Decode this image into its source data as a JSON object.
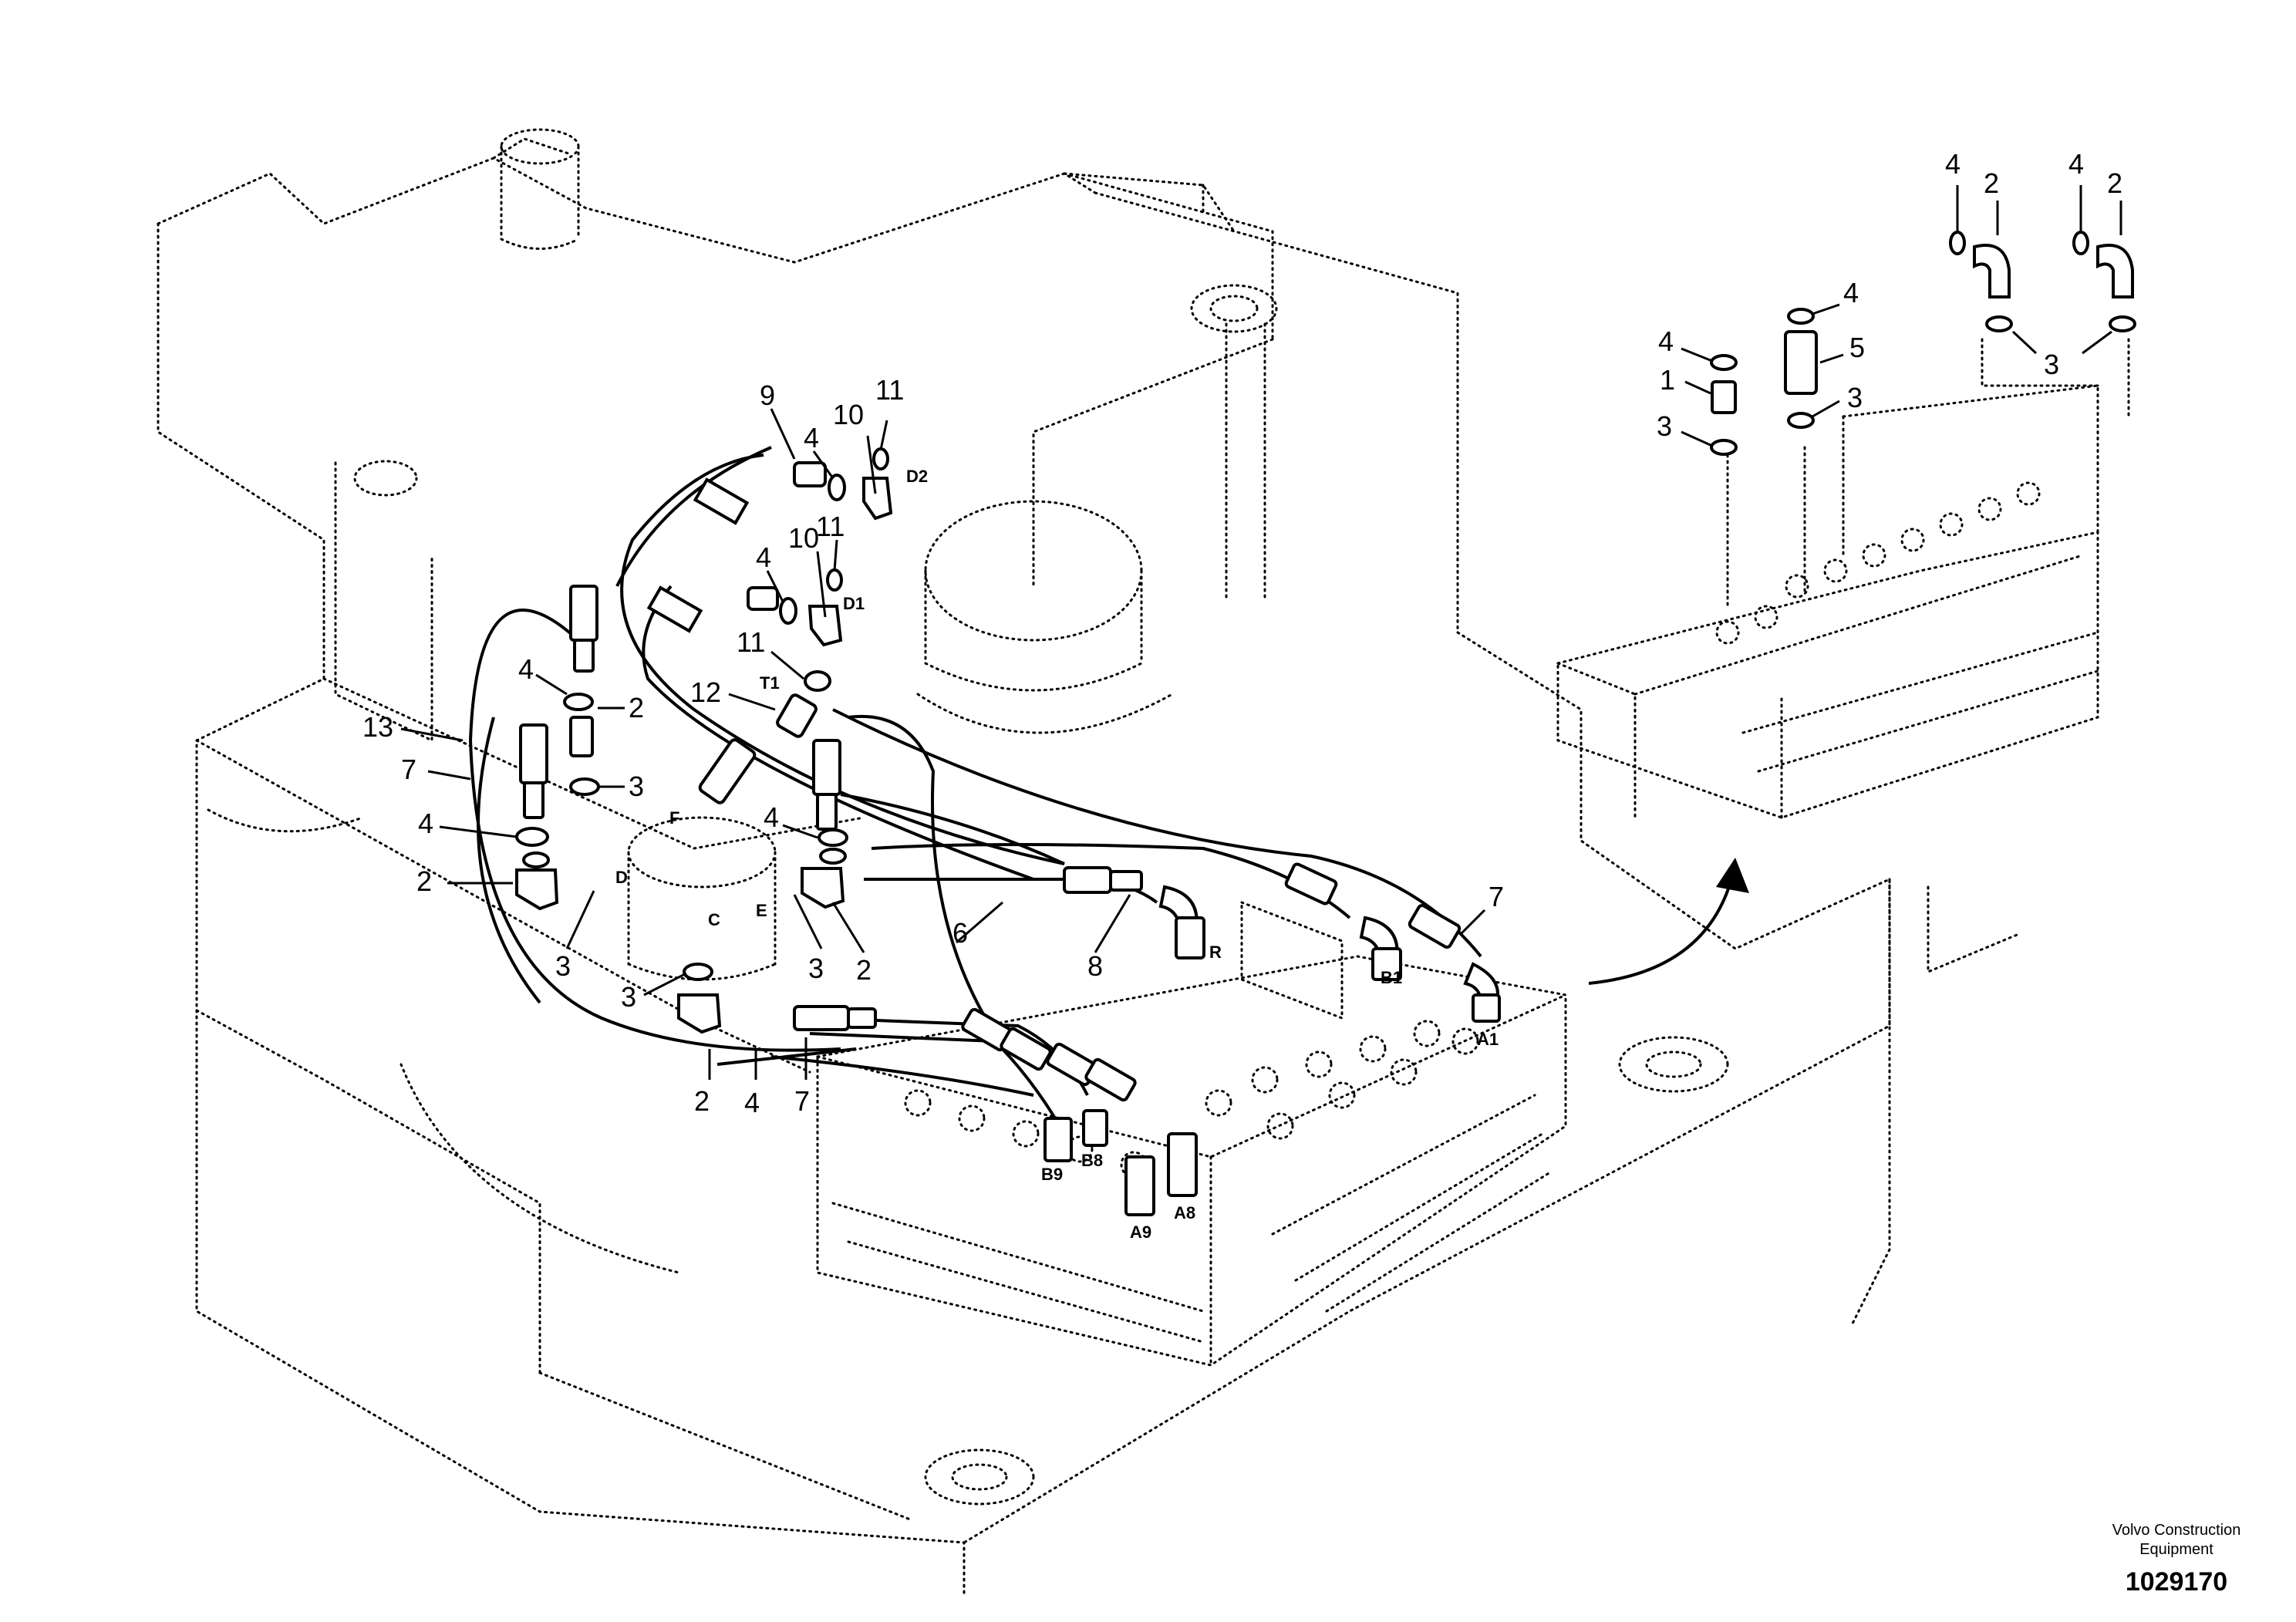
{
  "callouts": {
    "c9": "9",
    "c10a": "10",
    "c11a": "11",
    "c4a": "4",
    "c10b": "10",
    "c11b": "11",
    "c4b": "4",
    "c11c": "11",
    "c12": "12",
    "c4c": "4",
    "c2a": "2",
    "c3a": "3",
    "c13": "13",
    "c7a": "7",
    "c4d": "4",
    "c2b": "2",
    "c3b": "3",
    "c3c": "3",
    "c4e": "4",
    "c3d": "3",
    "c2c": "2",
    "c6": "6",
    "c8": "8",
    "c7b": "7",
    "c2d": "2",
    "c4f": "4",
    "c7c": "7",
    "i4a": "4",
    "i2a": "2",
    "i4b": "4",
    "i2b": "2",
    "i4c": "4",
    "i5": "5",
    "i4d": "4",
    "i1": "1",
    "i3a": "3",
    "i3b": "3",
    "i3c": "3"
  },
  "ports": {
    "D2": "D2",
    "D1": "D1",
    "T1": "T1",
    "F": "F",
    "D": "D",
    "E": "E",
    "C": "C",
    "R": "R",
    "B1": "B1",
    "A1": "A1",
    "B9": "B9",
    "B8": "B8",
    "A9": "A9",
    "A8": "A8"
  },
  "footer": {
    "brand_line1": "Volvo Construction",
    "brand_line2": "Equipment",
    "doc_number": "1029170"
  }
}
